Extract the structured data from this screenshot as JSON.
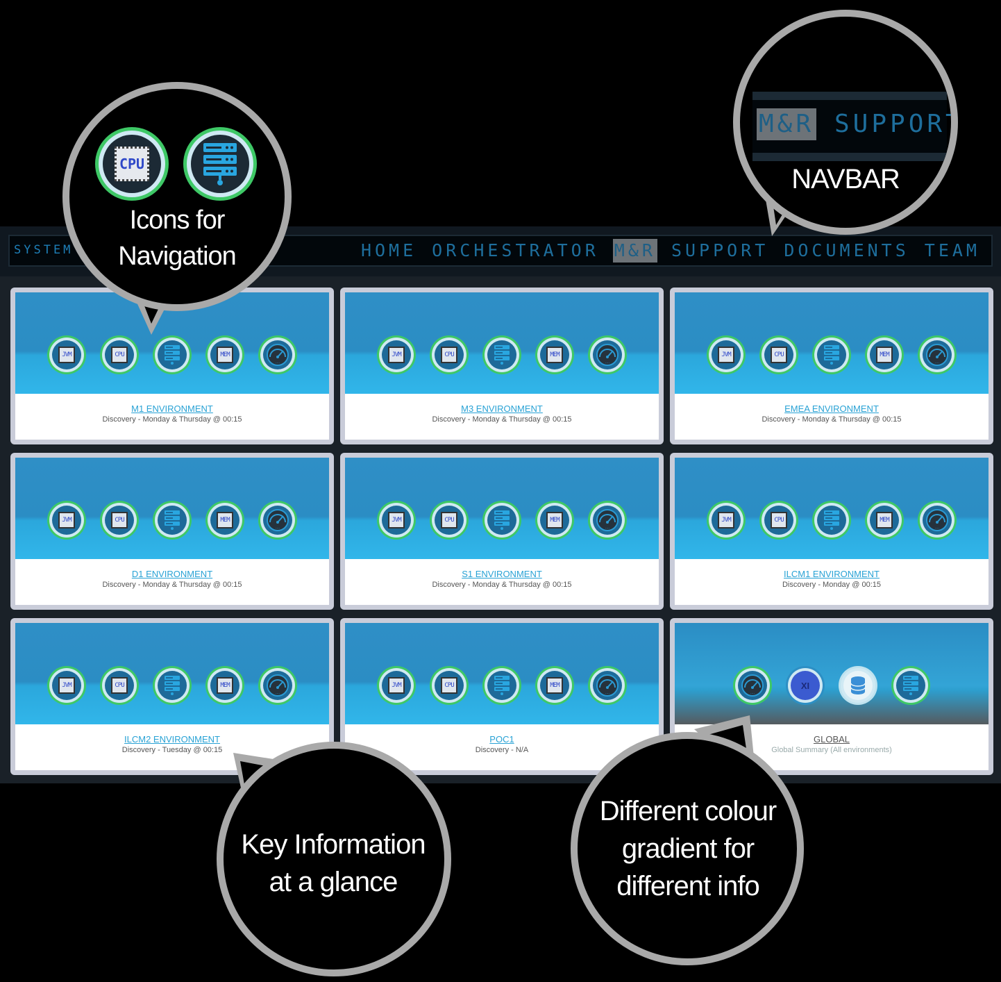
{
  "navbar": {
    "brand": "SYSTEM",
    "links": [
      {
        "label": "HOME",
        "active": false
      },
      {
        "label": "ORCHESTRATOR",
        "active": false
      },
      {
        "label": "M&R",
        "active": true
      },
      {
        "label": "SUPPORT",
        "active": false
      },
      {
        "label": "DOCUMENTS",
        "active": false
      },
      {
        "label": "TEAM",
        "active": false
      }
    ]
  },
  "cards": [
    {
      "title": "M1 ENVIRONMENT",
      "subtitle": "Discovery - Monday & Thursday @ 00:15"
    },
    {
      "title": "M3 ENVIRONMENT",
      "subtitle": "Discovery - Monday & Thursday @ 00:15"
    },
    {
      "title": "EMEA ENVIRONMENT",
      "subtitle": "Discovery - Monday & Thursday @ 00:15"
    },
    {
      "title": "D1 ENVIRONMENT",
      "subtitle": "Discovery - Monday & Thursday @ 00:15"
    },
    {
      "title": "S1 ENVIRONMENT",
      "subtitle": "Discovery - Monday & Thursday @ 00:15"
    },
    {
      "title": "ILCM1 ENVIRONMENT",
      "subtitle": "Discovery - Monday @ 00:15"
    },
    {
      "title": "ILCM2 ENVIRONMENT",
      "subtitle": "Discovery - Tuesday @ 00:15"
    },
    {
      "title": "POC1",
      "subtitle": "Discovery - N/A"
    },
    {
      "title": "GLOBAL",
      "subtitle": "Global Summary (All environments)"
    }
  ],
  "env_icons": [
    "jvm-icon",
    "cpu-icon",
    "server-icon",
    "memory-icon",
    "gauge-icon"
  ],
  "chip_labels": {
    "jvm": "JVM",
    "cpu": "CPU",
    "mem": "MEM",
    "xi": "XI"
  },
  "global_icons": [
    "gauge-icon",
    "xi-icon",
    "database-icon",
    "server-icon"
  ],
  "callouts": {
    "navigation": {
      "line1": "Icons for",
      "line2": "Navigation"
    },
    "navbar": {
      "text": "NAVBAR",
      "zoom_left": "M&R",
      "zoom_right": "SUPPORT"
    },
    "key_info": {
      "line1": "Key Information",
      "line2": "at a glance"
    },
    "gradient": {
      "line1": "Different colour",
      "line2": "gradient for",
      "line3": "different info"
    }
  },
  "colors": {
    "accent": "#28a2d5",
    "ring": "#3ec866",
    "nav_text": "#1e6e9c"
  }
}
